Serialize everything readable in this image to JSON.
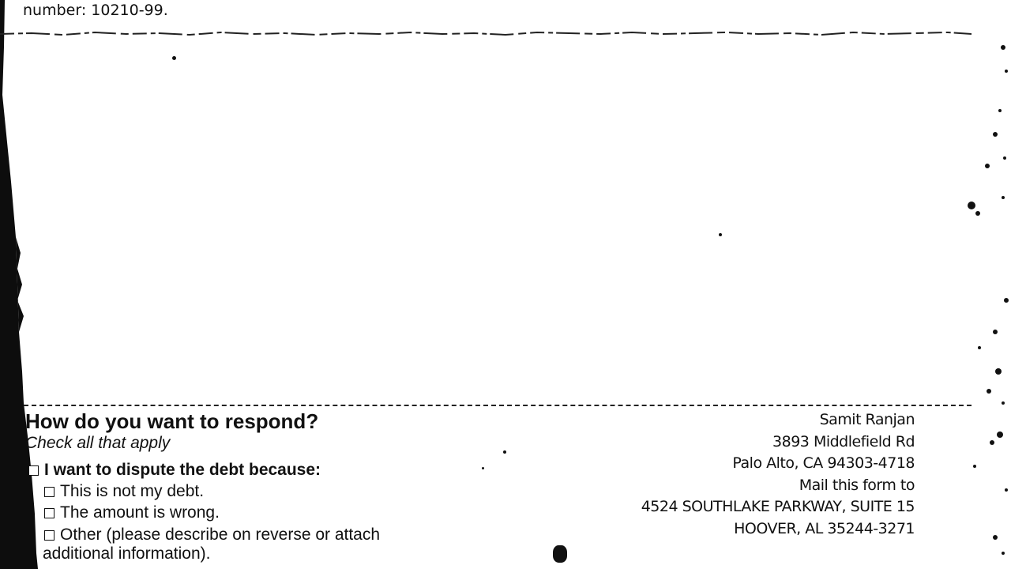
{
  "top_text": "number: 10210-99.",
  "response_section": {
    "title": "How do you want to respond?",
    "subtitle": "Check all that apply",
    "dispute_option": "I want to dispute the debt because:",
    "reasons": [
      "This is not my debt.",
      "The amount is wrong.",
      "Other (please describe on reverse or attach"
    ],
    "reason_continuation": "additional information)."
  },
  "address_block": {
    "name": "Samit Ranjan",
    "street": "3893 Middlefield Rd",
    "city_line": "Palo Alto, CA  94303-4718",
    "mail_to_label": "Mail this form to",
    "mail_to_street": "4524 SOUTHLAKE PARKWAY, SUITE 15",
    "mail_to_city": "HOOVER, AL 35244-3271"
  },
  "colors": {
    "ink": "#111111",
    "paper": "#ffffff"
  }
}
